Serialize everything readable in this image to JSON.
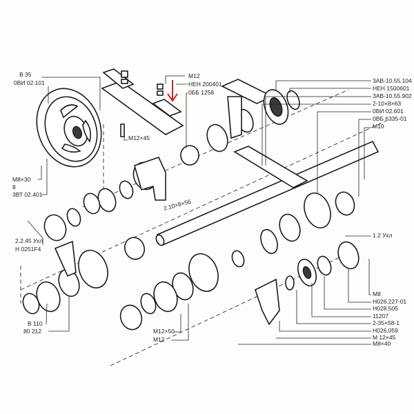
{
  "diagram": {
    "labels_left": {
      "pulley_b": "B 35",
      "pulley_code": "0ВИ 02.101",
      "bolt_m8": "M8×30",
      "washer": "8",
      "key_code": "3ВТ 02.401",
      "grease": "2.2.45 Ухл",
      "grease_code": "H 0251F4",
      "ring_b110": "B 110",
      "bearing_80212": "80 212"
    },
    "labels_center": {
      "nut_m12": "M12",
      "plate_code": "HEH 200401",
      "plate_code2": "0ББ 1258",
      "bolt_m12x45": "M12×45",
      "key_shaft": "2.10×8×56",
      "bolt_m12x50": "M12×50",
      "nut_m12_b": "M12"
    },
    "labels_right_top": [
      "3АВ-10.55.104",
      "HEH 1500601",
      "3АВ-10.55.902",
      "2-10×8×63",
      "0ВИ 02.601",
      "0ВБ 6335-01",
      "M10"
    ],
    "labels_right_bottom": [
      "1.2 Ухл",
      "M8",
      "H026.227-01",
      "H028.505",
      "11207",
      "2-35×58-1",
      "H026.059",
      "M 12×45",
      "M8×40"
    ],
    "highlight_color": "#d42020"
  }
}
